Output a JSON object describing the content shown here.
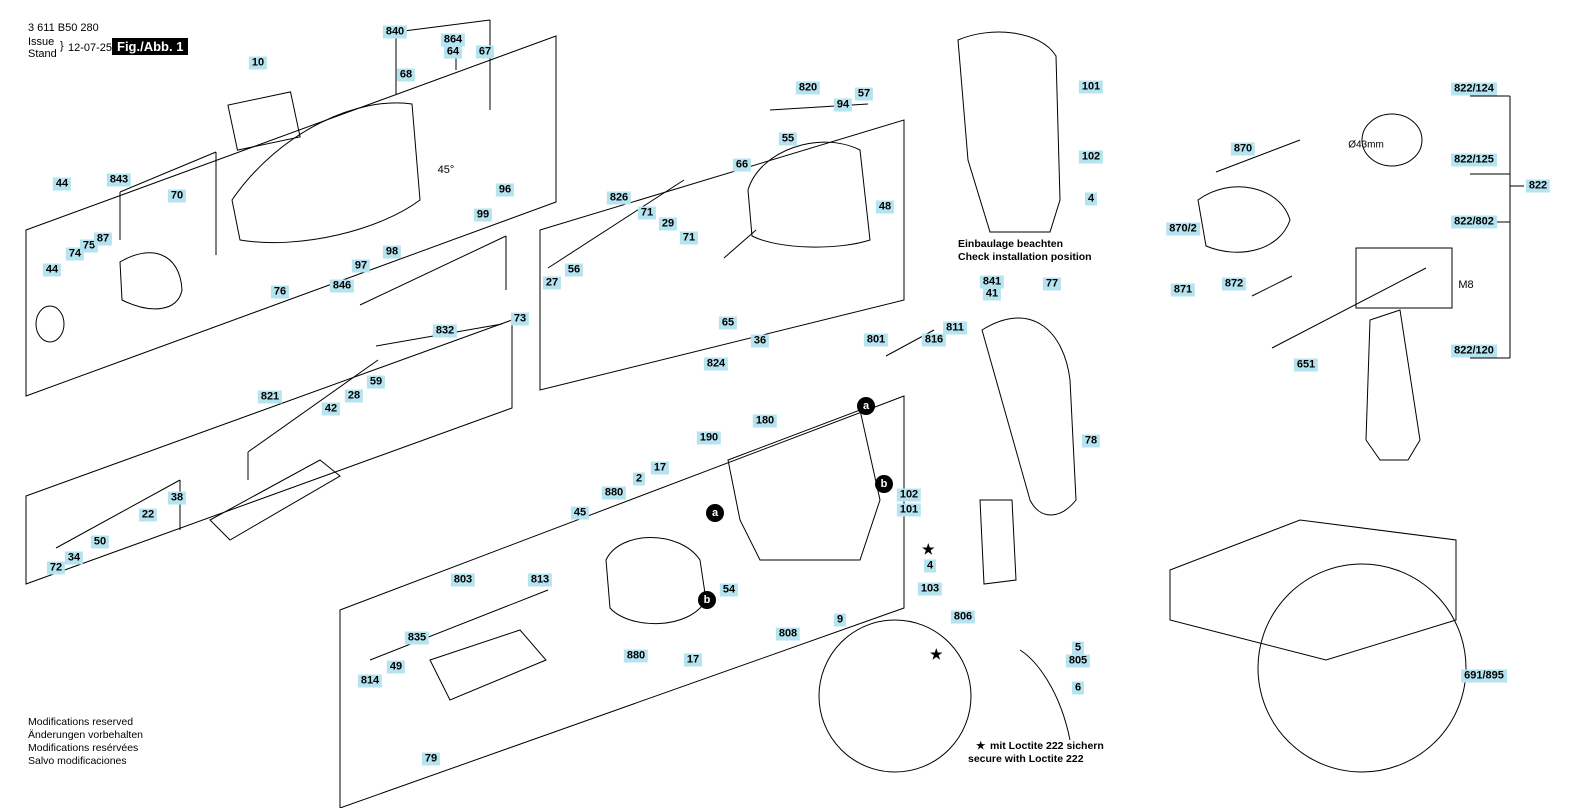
{
  "header": {
    "part_number": "3 611 B50 280",
    "issue_label": "Issue",
    "stand_label": "Stand",
    "date": "12-07-25",
    "figure": "Fig./Abb. 1"
  },
  "modifications": [
    "Modifications reserved",
    "Änderungen vorbehalten",
    "Modifications resérvées",
    "Salvo modificaciones"
  ],
  "install_note": [
    "Einbaulage beachten",
    "Check installation position"
  ],
  "loctite_note": [
    "mit Loctite 222 sichern",
    "secure with Loctite 222"
  ],
  "star_symbol": "★",
  "callouts": [
    "a",
    "b"
  ],
  "part_labels": [
    "840",
    "864",
    "64",
    "67",
    "68",
    "10",
    "45°",
    "843",
    "70",
    "44",
    "74",
    "75",
    "87",
    "44",
    "96",
    "99",
    "97",
    "98",
    "846",
    "76",
    "820",
    "94",
    "57",
    "55",
    "66",
    "48",
    "826",
    "71",
    "29",
    "71",
    "27",
    "56",
    "65",
    "824",
    "36",
    "832",
    "73",
    "821",
    "42",
    "28",
    "59",
    "72",
    "34",
    "50",
    "22",
    "38",
    "801",
    "811",
    "816",
    "841",
    "41",
    "77",
    "78",
    "180",
    "190",
    "880",
    "2",
    "17",
    "45",
    "54",
    "808",
    "9",
    "803",
    "813",
    "835",
    "814",
    "49",
    "79",
    "880",
    "17",
    "102",
    "101",
    "4",
    "103",
    "806",
    "5",
    "805",
    "6",
    "101",
    "102",
    "4",
    "870",
    "870/2",
    "871",
    "872",
    "822/124",
    "822/125",
    "822/802",
    "822",
    "M8",
    "651",
    "822/120",
    "691/895",
    "Ø43mm"
  ],
  "colors": {
    "label_fill": "#b5e3ef",
    "line": "#000000"
  }
}
